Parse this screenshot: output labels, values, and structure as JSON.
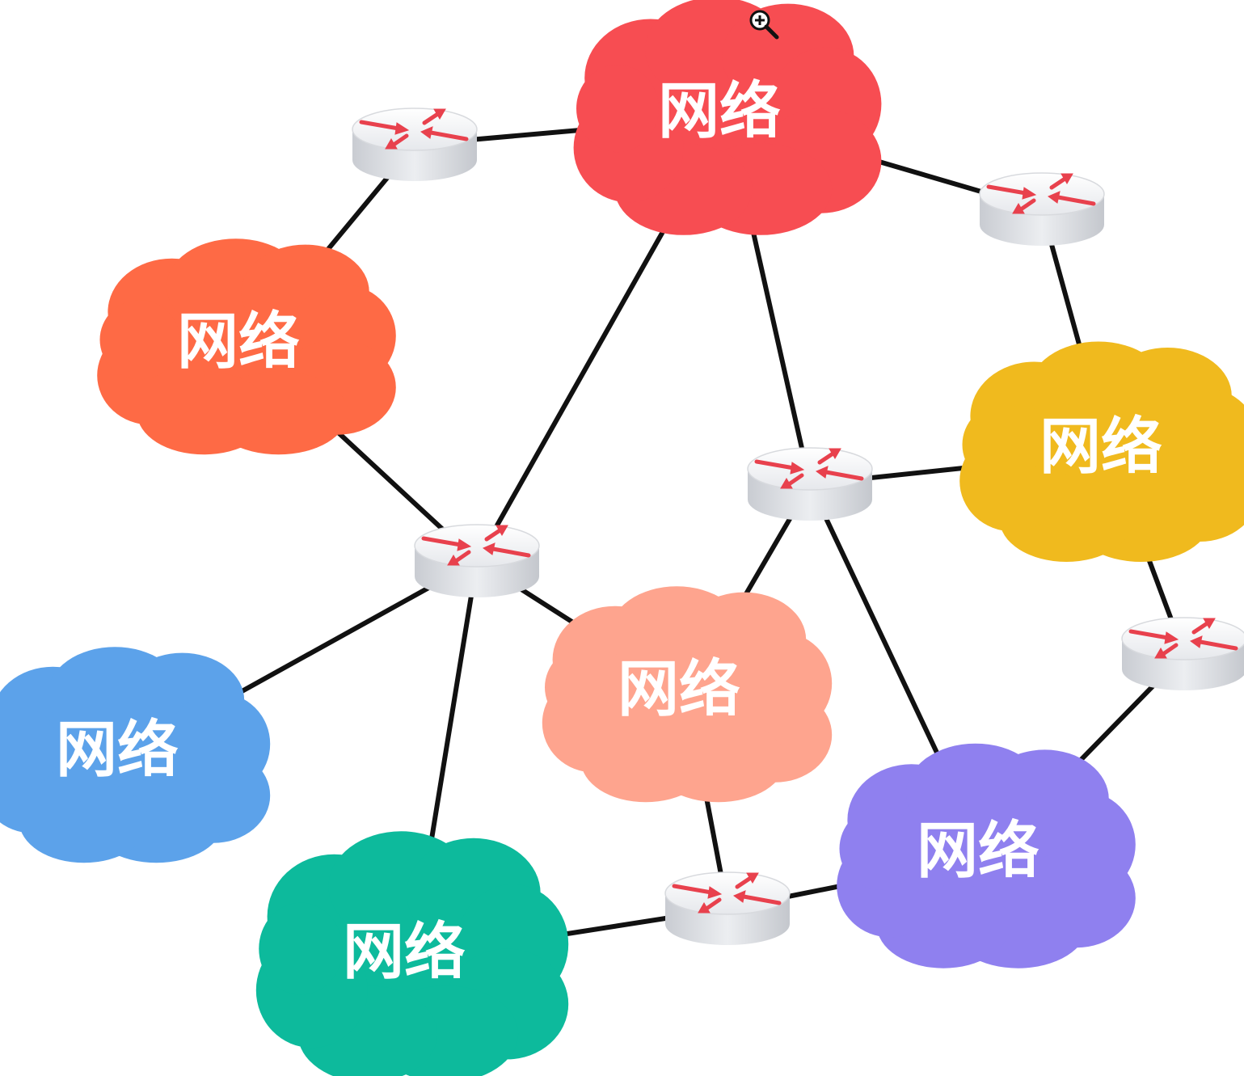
{
  "diagram": {
    "clouds": [
      {
        "id": "cloud-top",
        "label": "网络",
        "color": "#F74D52"
      },
      {
        "id": "cloud-left",
        "label": "网络",
        "color": "#FE6A45"
      },
      {
        "id": "cloud-right",
        "label": "网络",
        "color": "#F0BA1E"
      },
      {
        "id": "cloud-center",
        "label": "网络",
        "color": "#FEA48E"
      },
      {
        "id": "cloud-blue",
        "label": "网络",
        "color": "#5CA2EA"
      },
      {
        "id": "cloud-green",
        "label": "网络",
        "color": "#0DBA9C"
      },
      {
        "id": "cloud-purple",
        "label": "网络",
        "color": "#8F80EF"
      }
    ],
    "routers": [
      {
        "id": "router-top-left",
        "icon": "router-icon"
      },
      {
        "id": "router-top-right",
        "icon": "router-icon"
      },
      {
        "id": "router-middle",
        "icon": "router-icon"
      },
      {
        "id": "router-center-left",
        "icon": "router-icon"
      },
      {
        "id": "router-right",
        "icon": "router-icon"
      },
      {
        "id": "router-bottom",
        "icon": "router-icon"
      }
    ],
    "links": [
      [
        "router-top-left",
        "cloud-top"
      ],
      [
        "router-top-left",
        "cloud-left"
      ],
      [
        "cloud-top",
        "router-top-right"
      ],
      [
        "cloud-top",
        "router-center-left"
      ],
      [
        "cloud-top",
        "router-middle"
      ],
      [
        "router-top-right",
        "cloud-right"
      ],
      [
        "cloud-left",
        "router-center-left"
      ],
      [
        "router-middle",
        "cloud-right"
      ],
      [
        "router-middle",
        "cloud-center"
      ],
      [
        "router-middle",
        "cloud-purple"
      ],
      [
        "cloud-right",
        "router-right"
      ],
      [
        "router-right",
        "cloud-purple"
      ],
      [
        "router-center-left",
        "cloud-blue"
      ],
      [
        "router-center-left",
        "cloud-center"
      ],
      [
        "router-center-left",
        "cloud-green"
      ],
      [
        "cloud-center",
        "router-bottom"
      ],
      [
        "router-bottom",
        "cloud-green"
      ],
      [
        "router-bottom",
        "cloud-purple"
      ]
    ],
    "cursor_icon": "zoom-in-icon"
  }
}
